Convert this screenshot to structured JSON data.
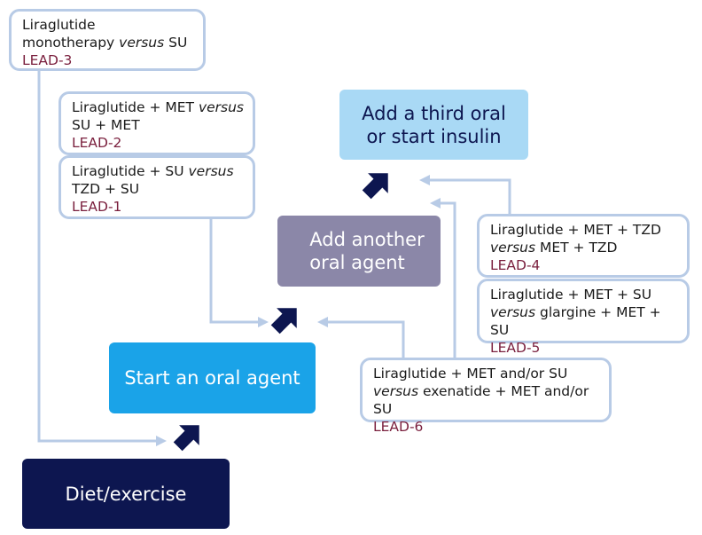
{
  "steps": {
    "diet": {
      "label": "Diet/exercise",
      "color": "#0d1650"
    },
    "oral": {
      "label": "Start an oral agent",
      "color": "#1aa3e8"
    },
    "another": {
      "line1": "Add another",
      "line2": "oral agent",
      "color": "#8b87a8"
    },
    "third": {
      "line1": "Add a third oral",
      "line2": "or start insulin",
      "color": "#a9d9f5"
    }
  },
  "trials": {
    "lead3": {
      "l1": "Liraglutide",
      "l2a": "monotherapy ",
      "l2i": "versus",
      "l2b": " SU",
      "lead": "LEAD-3"
    },
    "lead2": {
      "l1a": "Liraglutide + MET ",
      "l1i": "versus",
      "l2": "SU + MET",
      "lead": "LEAD-2"
    },
    "lead1": {
      "l1a": "Liraglutide + SU ",
      "l1i": "versus",
      "l2": "TZD + SU",
      "lead": "LEAD-1"
    },
    "lead4": {
      "l1": "Liraglutide + MET + TZD",
      "l2i": "versus",
      "l2b": " MET + TZD",
      "lead": "LEAD-4"
    },
    "lead5": {
      "l1": "Liraglutide + MET + SU",
      "l2i": "versus",
      "l2b": " glargine + MET + SU",
      "lead": "LEAD-5"
    },
    "lead6": {
      "l1": "Liraglutide + MET and/or SU",
      "l2i": "versus",
      "l2b": " exenatide + MET and/or SU",
      "lead": "LEAD-6"
    }
  },
  "colors": {
    "connector": "#b8cbe6",
    "step_arrow": "#0d1650",
    "lead_label": "#7a1f3d"
  }
}
